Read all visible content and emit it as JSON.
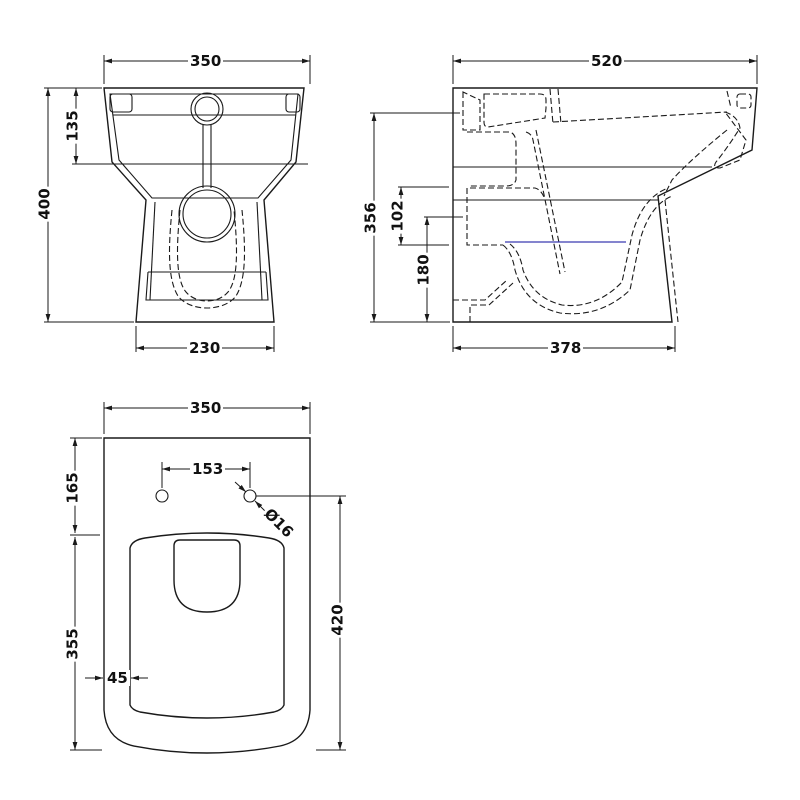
{
  "drawing": {
    "subject": "toilet pan dimension drawing",
    "units": "mm",
    "line_color": "#1a1a1a",
    "water_line_color": "#3a3ab0",
    "background": "#ffffff"
  },
  "front_view": {
    "width_top": "350",
    "height": "400",
    "bowl_depth": "135",
    "base_width": "230"
  },
  "side_view": {
    "length": "520",
    "height": "356",
    "outlet_height_upper": "102",
    "outlet_height_lower": "180",
    "base_length": "378"
  },
  "top_view": {
    "width": "350",
    "pan_holes_spacing": "153",
    "hole_diameter": "Ø16",
    "back_to_holes": "165",
    "holes_to_front_left": "355",
    "holes_to_front_right": "420",
    "seat_offset": "45"
  }
}
